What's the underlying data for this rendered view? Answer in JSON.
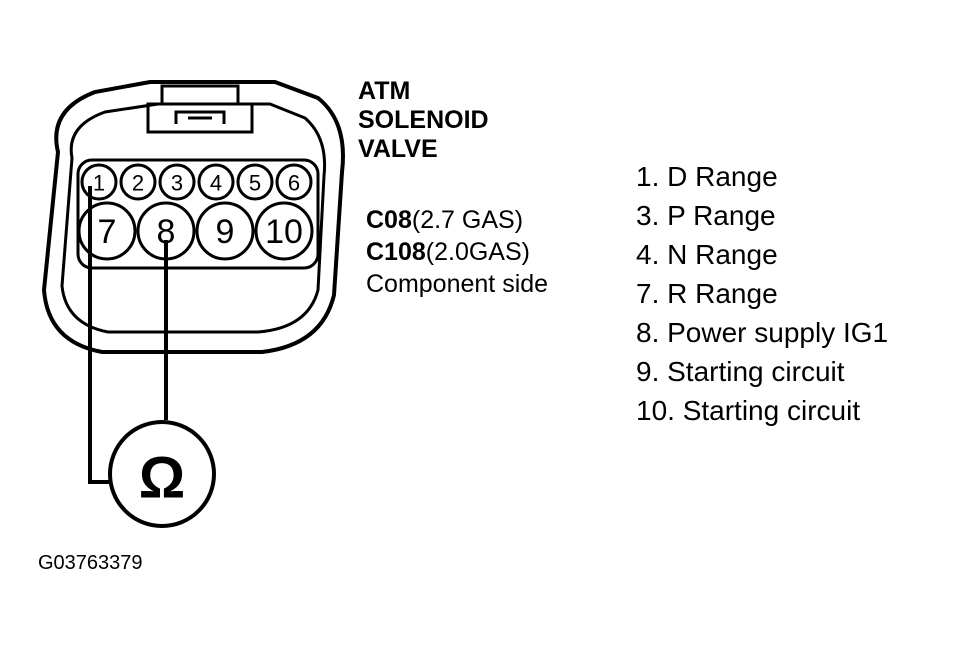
{
  "title_lines": [
    "ATM",
    "SOLENOID",
    "VALVE"
  ],
  "connector": {
    "code_1": "C08",
    "desc_1": "(2.7 GAS)",
    "code_2": "C108",
    "desc_2": "(2.0GAS)",
    "side": "Component side"
  },
  "pins_top": [
    "1",
    "2",
    "3",
    "4",
    "5",
    "6"
  ],
  "pins_bottom": [
    "7",
    "8",
    "9",
    "10"
  ],
  "meter_symbol": "Ω",
  "legend": [
    "1. D Range",
    "3. P Range",
    "4. N Range",
    "7. R Range",
    "8. Power supply IG1",
    "9. Starting circuit",
    "10. Starting circuit"
  ],
  "figure_id": "G03763379"
}
